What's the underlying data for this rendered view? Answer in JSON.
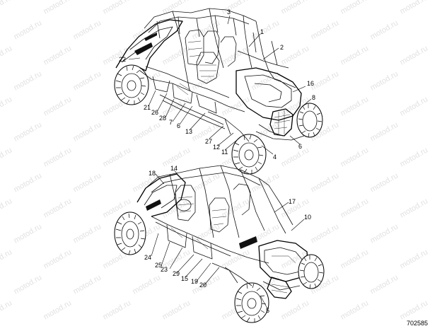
{
  "watermark": {
    "text": "motod.ru"
  },
  "document_number": "702585",
  "upper_view": {
    "callouts": [
      "1",
      "2",
      "3",
      "4",
      "6",
      "7",
      "8",
      "9",
      "11",
      "12",
      "13",
      "16",
      "21",
      "22",
      "26",
      "27",
      "28"
    ]
  },
  "lower_view": {
    "callouts": [
      "5",
      "10",
      "14",
      "15",
      "17",
      "18",
      "19",
      "20",
      "23",
      "24",
      "25",
      "29"
    ]
  }
}
